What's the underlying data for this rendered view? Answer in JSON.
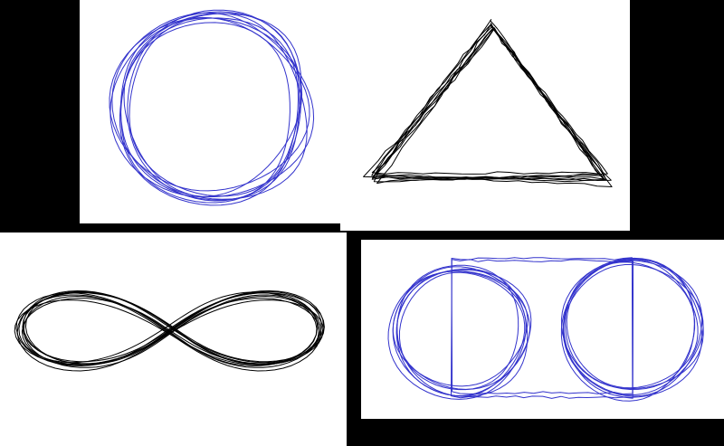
{
  "background_color": "#000000",
  "panel_color": "#ffffff",
  "panels": [
    {
      "name": "circle",
      "stroke_color": "#3333cc",
      "loops": 9
    },
    {
      "name": "triangle",
      "stroke_color": "#000000",
      "loops": 8
    },
    {
      "name": "infinity",
      "stroke_color": "#000000",
      "loops": 9
    },
    {
      "name": "capsule",
      "stroke_color": "#3333cc",
      "loops": 7
    }
  ]
}
